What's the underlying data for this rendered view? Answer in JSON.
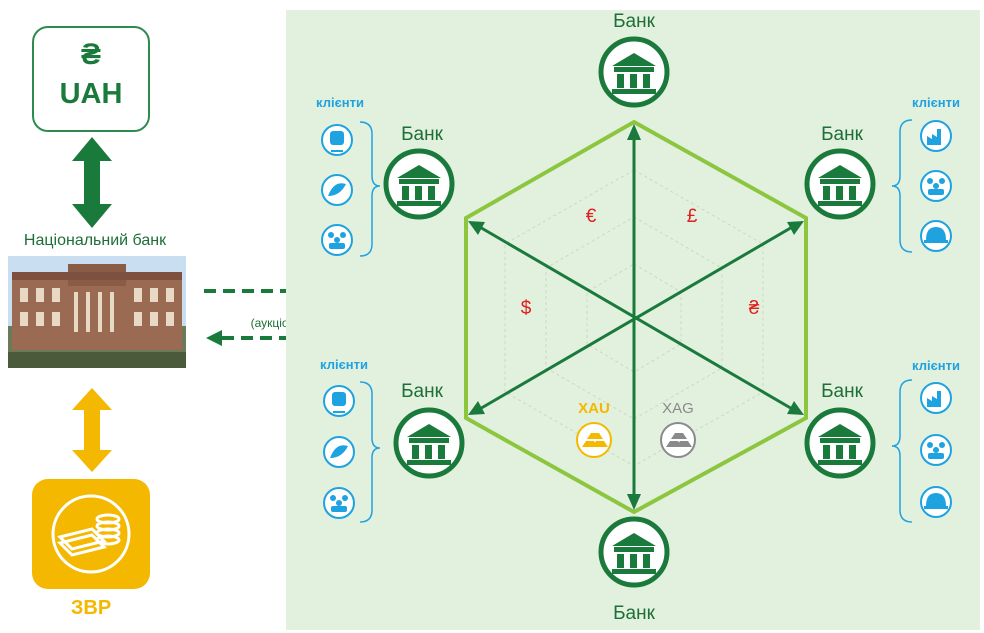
{
  "left": {
    "uah_symbol": "₴",
    "uah_label": "UAH",
    "national_bank_label": "Національний банк",
    "reserves_label": "ЗВР"
  },
  "interventions": {
    "title": "інтервенції",
    "subtitle": "(аукціон, RFQ, фікс. курс)"
  },
  "bank_label": "Банк",
  "clients_label": "клієнти",
  "currencies": {
    "eur": "€",
    "gbp": "£",
    "usd": "$",
    "uah": "₴"
  },
  "metals": {
    "gold": "XAU",
    "silver": "XAG"
  },
  "colors": {
    "green_dark": "#1d6e37",
    "green_arrow": "#1a7a3c",
    "hexagon": "#8cc63f",
    "panel": "#e2f0de",
    "gold": "#f5b800",
    "client_blue": "#1fa3e0",
    "currency_red": "#e02020",
    "silver": "#8a8a8a"
  }
}
